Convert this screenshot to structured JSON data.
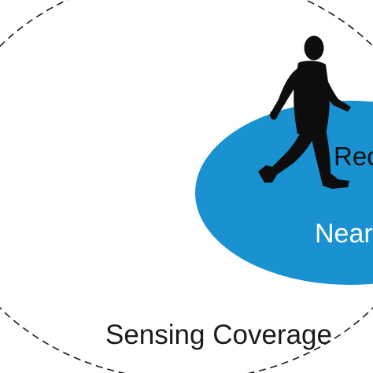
{
  "diagram": {
    "outer_region_label": "Sensing Coverage",
    "inner_region_label_top": "Rec",
    "inner_region_label_bottom": "Near",
    "inner_region_color": "#1a91d1",
    "outer_boundary_style": "dashed",
    "figure_icon": "walking-person-icon"
  }
}
